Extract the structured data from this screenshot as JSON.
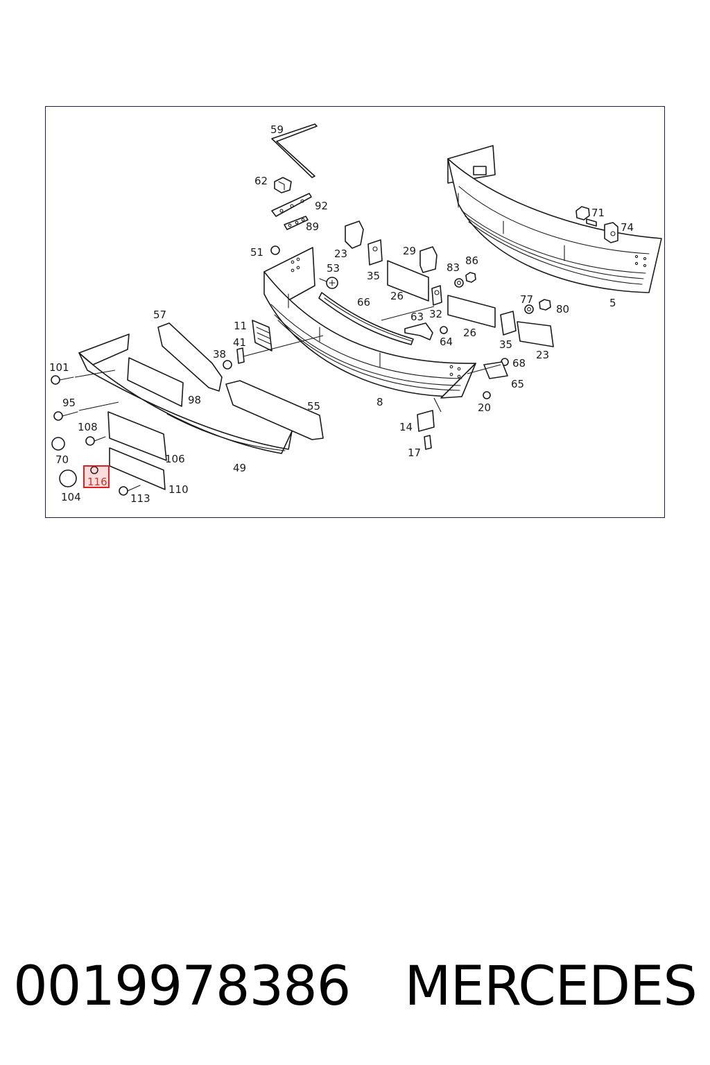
{
  "diagram": {
    "highlighted_part": "116",
    "callouts": [
      "59",
      "62",
      "92",
      "89",
      "51",
      "23",
      "53",
      "35",
      "29",
      "83",
      "86",
      "71",
      "74",
      "5",
      "66",
      "26",
      "32",
      "63",
      "64",
      "77",
      "80",
      "35",
      "26",
      "23",
      "68",
      "65",
      "20",
      "8",
      "14",
      "17",
      "57",
      "11",
      "41",
      "38",
      "101",
      "98",
      "55",
      "95",
      "108",
      "106",
      "49",
      "70",
      "116",
      "110",
      "104",
      "113"
    ]
  },
  "caption": {
    "part_number": "0019978386",
    "brand": "MERCEDES"
  }
}
